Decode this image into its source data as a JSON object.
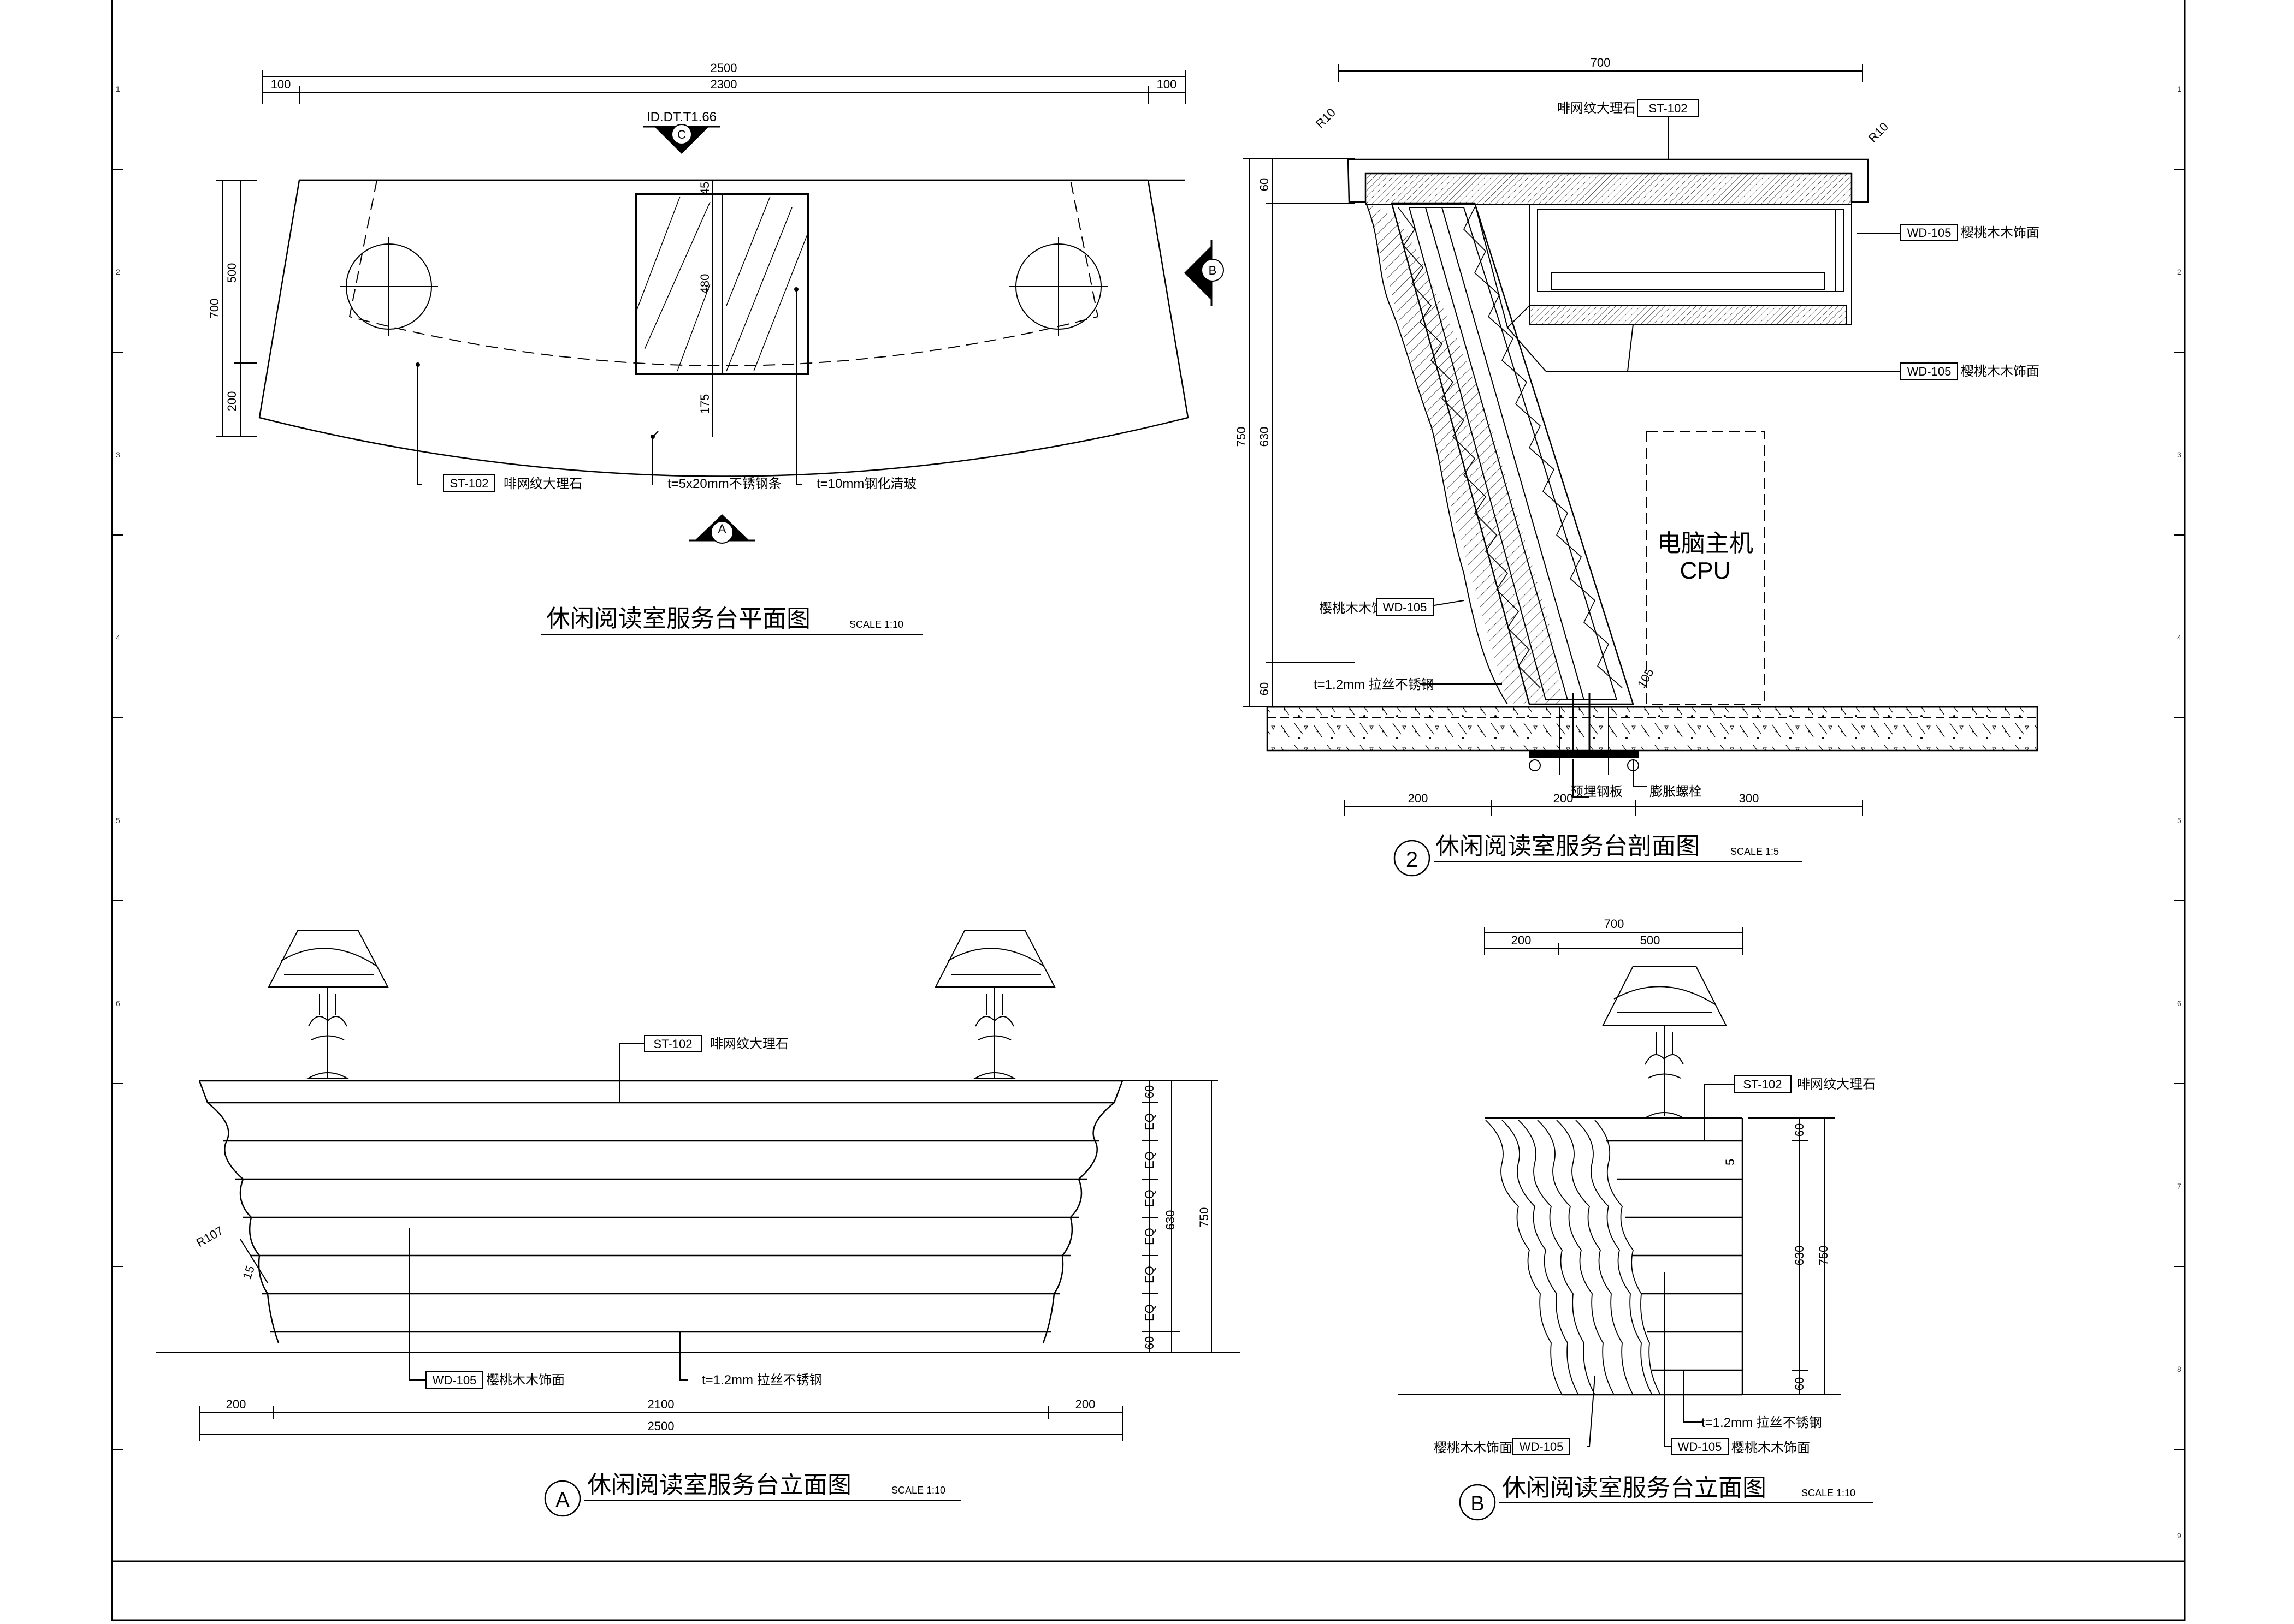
{
  "grid_numbers": [
    "1",
    "2",
    "3",
    "4",
    "5",
    "6",
    "7",
    "8",
    "9"
  ],
  "plan": {
    "dims": {
      "total": "2500",
      "inner": "2300",
      "left": "100",
      "right": "100",
      "depth": "700",
      "back": "500",
      "front": "200",
      "glass_top": "45",
      "glass_h": "480",
      "glass_bottom": "175"
    },
    "ref_id": "ID.DT.T1.66",
    "sym_c": "C",
    "sym_b": "B",
    "sym_a": "A",
    "tag_st": "ST-102",
    "lbl_marble": "啡网纹大理石",
    "lbl_steel": "t=5x20mm不锈钢条",
    "lbl_glass": "t=10mm钢化清玻",
    "title": "休闲阅读室服务台平面图",
    "scale": "SCALE 1:10"
  },
  "section": {
    "dims": {
      "top": "700",
      "h_top": "60",
      "h_total": "750",
      "h_mid": "630",
      "h_bot": "60",
      "b1": "200",
      "b2": "200",
      "b3": "300",
      "r_left": "R10",
      "r_right": "R10",
      "chamfer": "105"
    },
    "tag_st": "ST-102",
    "lbl_marble": "啡网纹大理石",
    "tag_wd": "WD-105",
    "lbl_wood": "樱桃木木饰面",
    "cpu_cn": "电脑主机",
    "cpu_en": "CPU",
    "lbl_brushed": "t=1.2mm 拉丝不锈钢",
    "lbl_plate": "预埋钢板",
    "lbl_bolt": "膨胀螺栓",
    "num": "2",
    "title": "休闲阅读室服务台剖面图",
    "scale": "SCALE 1:5"
  },
  "elev_a": {
    "dims": {
      "total": "2500",
      "mid": "2100",
      "left": "200",
      "right": "200",
      "h_top": "60",
      "eq": "EQ",
      "h_mid": "630",
      "h_total": "750",
      "h_bot": "60",
      "radius": "R107",
      "small": "15"
    },
    "tag_st": "ST-102",
    "lbl_marble": "啡网纹大理石",
    "tag_wd": "WD-105",
    "lbl_wood": "樱桃木木饰面",
    "lbl_brushed": "t=1.2mm 拉丝不锈钢",
    "num": "A",
    "title": "休闲阅读室服务台立面图",
    "scale": "SCALE 1:10"
  },
  "elev_b": {
    "dims": {
      "top": "700",
      "d1": "200",
      "d2": "500",
      "h_top": "60",
      "h_mid": "630",
      "h_total": "750",
      "h_bot": "60",
      "small": "5"
    },
    "tag_st": "ST-102",
    "lbl_marble": "啡网纹大理石",
    "tag_wd": "WD-105",
    "lbl_wood": "樱桃木木饰面",
    "lbl_brushed": "t=1.2mm 拉丝不锈钢",
    "num": "B",
    "title": "休闲阅读室服务台立面图",
    "scale": "SCALE 1:10"
  }
}
